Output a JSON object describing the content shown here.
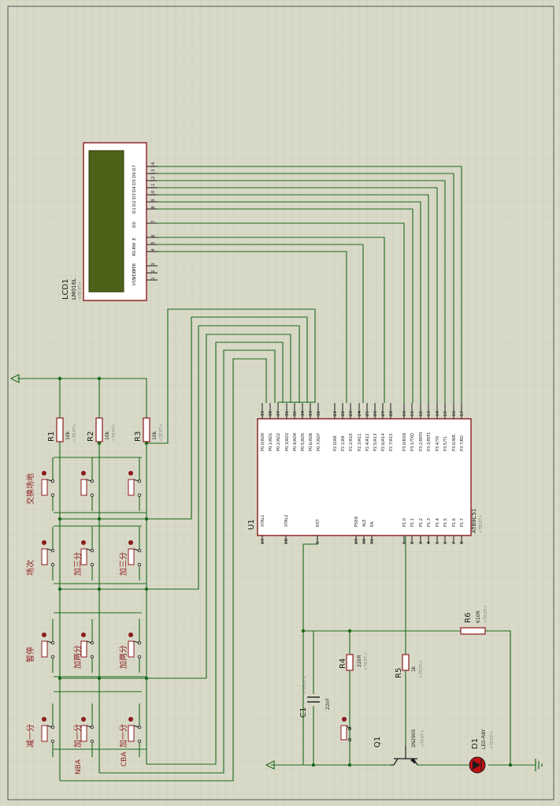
{
  "colors": {
    "sheet": "#d9d9c8",
    "grid": "#c4c4b0",
    "wire": "#1a6a1a",
    "body": "#8b1c1c",
    "fill": "#ffffff",
    "lcd": "#4e6118",
    "label": "#1c1c1c",
    "hint": "#8a8a8a",
    "junction": "#1a6a1a",
    "led": "#c01010"
  },
  "lcd": {
    "ref": "LCD1",
    "part": "LM016L",
    "text_tag": "<TEXT>",
    "pins": [
      {
        "name": "D7",
        "num": "14"
      },
      {
        "name": "D6",
        "num": "13"
      },
      {
        "name": "D5",
        "num": "12"
      },
      {
        "name": "D4",
        "num": "11"
      },
      {
        "name": "D3",
        "num": "10"
      },
      {
        "name": "D2",
        "num": "9"
      },
      {
        "name": "D1",
        "num": "8"
      },
      {
        "name": "D0",
        "num": "7"
      },
      {
        "name": "E",
        "num": "6"
      },
      {
        "name": "RW",
        "num": "5"
      },
      {
        "name": "RS",
        "num": "4"
      },
      {
        "name": "VEE",
        "num": "3"
      },
      {
        "name": "VDD",
        "num": "2"
      },
      {
        "name": "VSS",
        "num": "1"
      }
    ]
  },
  "mcu": {
    "ref": "U1",
    "part": "AT89C51",
    "text_tag": "<TEXT>",
    "top_pins": [
      {
        "name": "P0.0/AD0",
        "num": "39"
      },
      {
        "name": "P0.1/AD1",
        "num": "38"
      },
      {
        "name": "P0.2/AD2",
        "num": "37"
      },
      {
        "name": "P0.3/AD3",
        "num": "36"
      },
      {
        "name": "P0.4/AD4",
        "num": "35"
      },
      {
        "name": "P0.5/AD5",
        "num": "34"
      },
      {
        "name": "P0.6/AD6",
        "num": "33"
      },
      {
        "name": "P0.7/AD7",
        "num": "32"
      },
      {
        "name": "P2.0/A8",
        "num": "21"
      },
      {
        "name": "P2.1/A9",
        "num": "22"
      },
      {
        "name": "P2.2/A10",
        "num": "23"
      },
      {
        "name": "P2.3/A11",
        "num": "24"
      },
      {
        "name": "P2.4/A12",
        "num": "25"
      },
      {
        "name": "P2.5/A13",
        "num": "26"
      },
      {
        "name": "P2.6/A14",
        "num": "27"
      },
      {
        "name": "P2.7/A15",
        "num": "28"
      },
      {
        "name": "P3.0/RXD",
        "num": "10"
      },
      {
        "name": "P3.1/TXD",
        "num": "11"
      },
      {
        "name": "P3.2/INT0",
        "num": "12"
      },
      {
        "name": "P3.3/INT1",
        "num": "13"
      },
      {
        "name": "P3.4/T0",
        "num": "14"
      },
      {
        "name": "P3.5/T1",
        "num": "15"
      },
      {
        "name": "P3.6/WR",
        "num": "16"
      },
      {
        "name": "P3.7/RD",
        "num": "17"
      }
    ],
    "bottom_pins": [
      {
        "name": "XTAL1",
        "num": "19"
      },
      {
        "name": "XTAL2",
        "num": "18"
      },
      {
        "name": "RST",
        "num": "9"
      },
      {
        "name": "PSEN",
        "num": "29"
      },
      {
        "name": "ALE",
        "num": "30"
      },
      {
        "name": "EA",
        "num": "31"
      },
      {
        "name": "P1.0",
        "num": "1"
      },
      {
        "name": "P1.1",
        "num": "2"
      },
      {
        "name": "P1.2",
        "num": "3"
      },
      {
        "name": "P1.3",
        "num": "4"
      },
      {
        "name": "P1.4",
        "num": "5"
      },
      {
        "name": "P1.5",
        "num": "6"
      },
      {
        "name": "P1.6",
        "num": "7"
      },
      {
        "name": "P1.7",
        "num": "8"
      }
    ]
  },
  "pullups": [
    {
      "ref": "R1",
      "value": "10k",
      "text_tag": "<TEXT>"
    },
    {
      "ref": "R2",
      "value": "10k",
      "text_tag": "<TEXT>"
    },
    {
      "ref": "R3",
      "value": "10k",
      "text_tag": "<TEXT>"
    }
  ],
  "button_labels": {
    "swap": "交换场地",
    "period": "场次",
    "add_three_left": "加三分",
    "add_three_right": "加三分",
    "pause": "暂停",
    "add_two_left": "加两分",
    "add_two_right": "加两分",
    "minus_one": "减一分",
    "add_one_left": "加一分",
    "add_one_right": "加一分",
    "nba": "NBA",
    "cba": "CBA"
  },
  "reset": {
    "r4": {
      "ref": "R4",
      "value": "220R",
      "text_tag": "<TEXT>"
    },
    "c1": {
      "ref": "C1",
      "value": "22nF",
      "text_tag": "<TEXT>"
    }
  },
  "buzzer": {
    "r5": {
      "ref": "R5",
      "value": "1k",
      "text_tag": "<TEXT>"
    },
    "r6": {
      "ref": "R6",
      "value": "610R",
      "text_tag": "<TEXT>"
    },
    "q1": {
      "ref": "Q1",
      "part": "2N2905",
      "text_tag": "<TEXT>"
    },
    "d1": {
      "ref": "D1",
      "part": "LED-RBY",
      "text_tag": "<TEXT>"
    }
  }
}
